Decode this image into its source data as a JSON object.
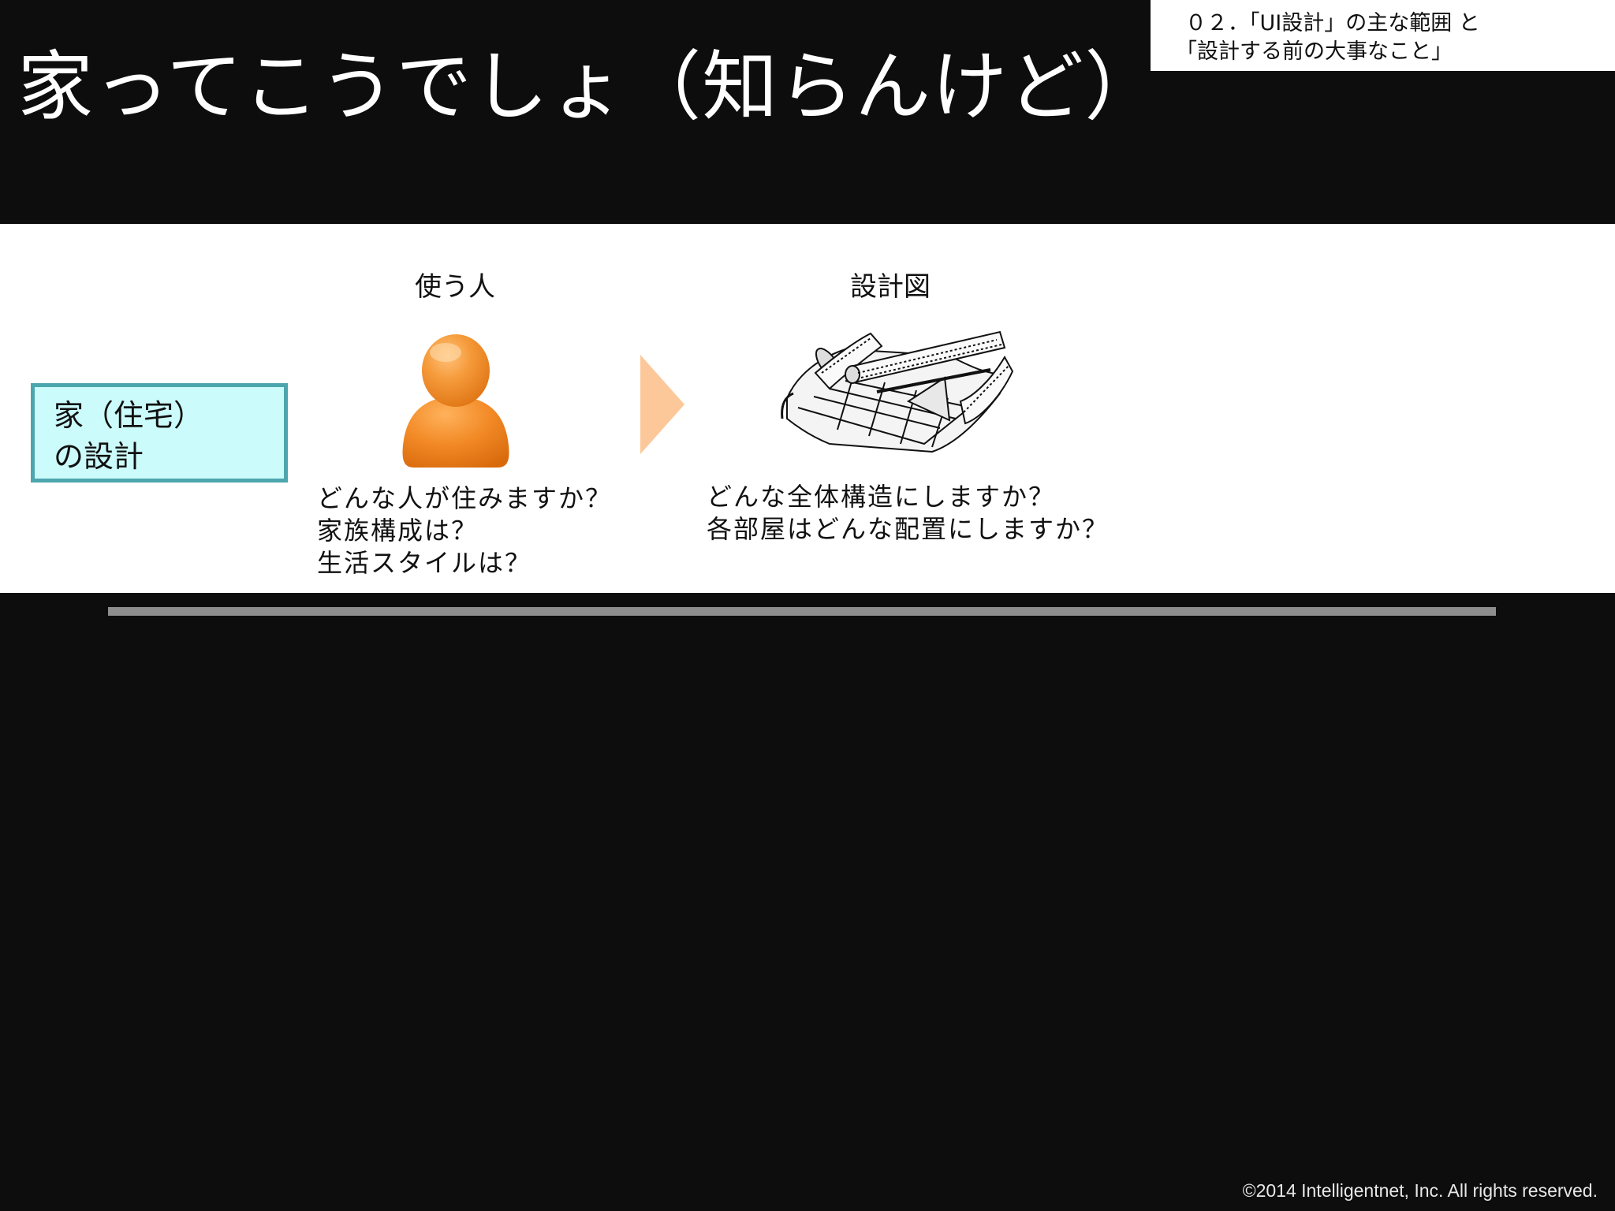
{
  "slide": {
    "title": "家ってこうでしょ（知らんけど）",
    "section_label": {
      "line1": "０２．「UI設計」の主な範囲 と",
      "line2": "「設計する前の大事なこと」"
    },
    "house_box": {
      "line1": "家（住宅）",
      "line2": "の設計"
    },
    "user_column": {
      "heading": "使う人",
      "icon": "person-icon",
      "questions": [
        "どんな人が住みますか？",
        "家族構成は？",
        "生活スタイルは？"
      ]
    },
    "plan_column": {
      "heading": "設計図",
      "icon": "blueprint-icon",
      "questions": [
        "どんな全体構造にしますか？",
        "各部屋はどんな配置にしますか？"
      ]
    },
    "arrow_icon": "chevron-right-icon",
    "copyright": "©2014 Intelligentnet, Inc. All rights reserved.",
    "colors": {
      "background": "#0d0d0e",
      "band": "#ffffff",
      "house_box_fill": "#ccfbfb",
      "house_box_border": "#4ca6ad",
      "person": "#f08a24",
      "arrow": "#fcc89a",
      "rule": "#8e8e8e"
    }
  }
}
